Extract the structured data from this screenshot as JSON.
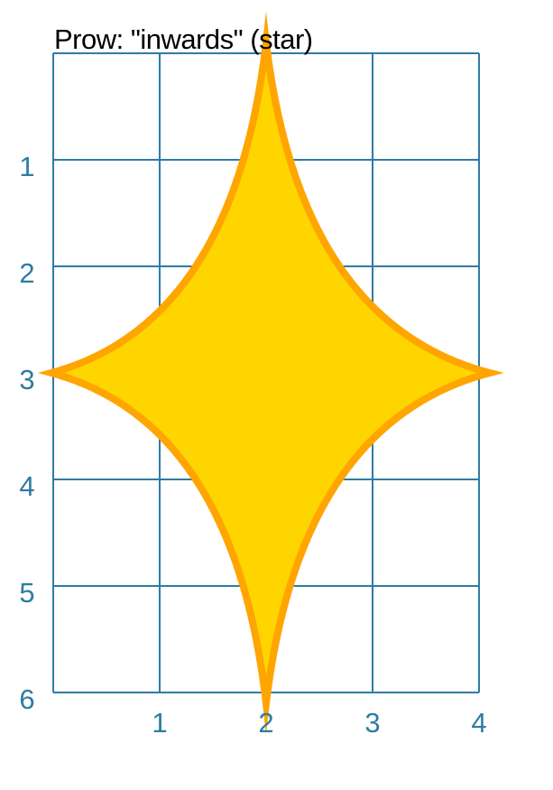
{
  "title": "Prow: \"inwards\" (star)",
  "grid": {
    "x_range": [
      0,
      4
    ],
    "y_range": [
      0,
      6
    ],
    "x_ticks": [
      "1",
      "2",
      "3",
      "4"
    ],
    "y_ticks": [
      "1",
      "2",
      "3",
      "4",
      "5",
      "6"
    ],
    "line_color": "#2e7ca3"
  },
  "star": {
    "center": [
      2,
      3
    ],
    "points": 4,
    "fill_color": "#ffd500",
    "stroke_color": "#ffa500"
  }
}
